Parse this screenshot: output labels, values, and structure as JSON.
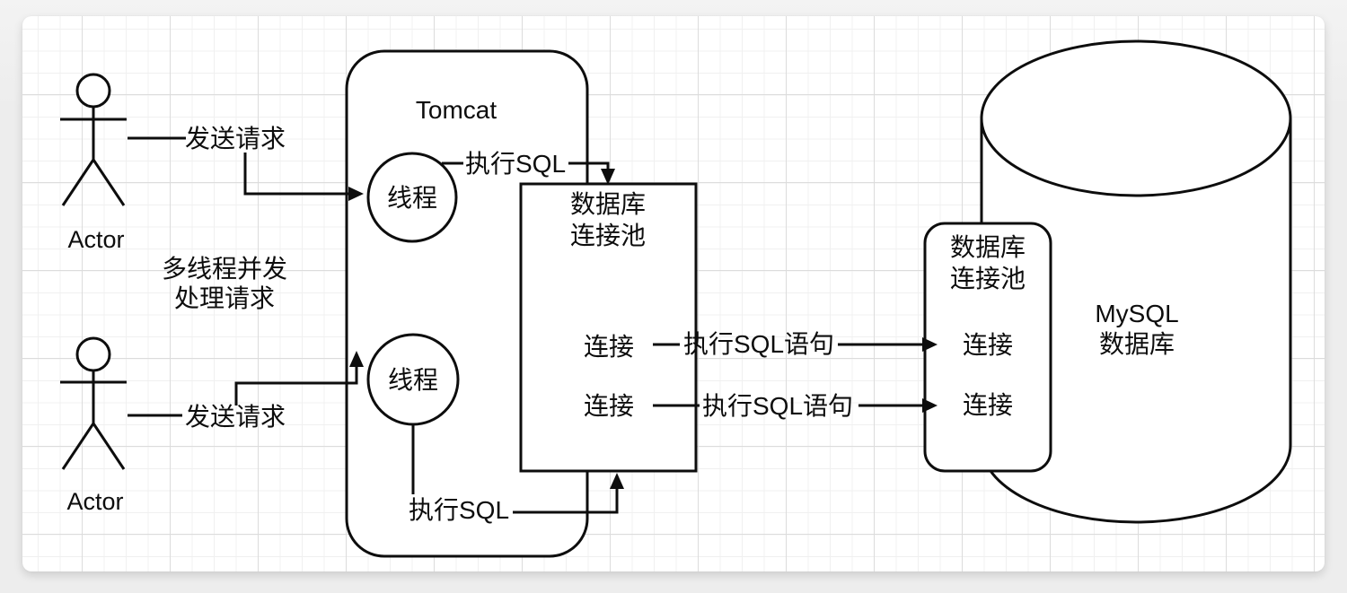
{
  "colors": {
    "page_bg": "#ededed",
    "canvas_bg": "#ffffff",
    "stroke": "#0d0d0d",
    "grid_minor": "#f0f0f0",
    "grid_major": "#dcdcdc"
  },
  "diagram": {
    "actors": [
      {
        "label": "Actor"
      },
      {
        "label": "Actor"
      }
    ],
    "notes": {
      "multithread_line1": "多线程并发",
      "multithread_line2": "处理请求"
    },
    "edges": {
      "send_request_1": "发送请求",
      "send_request_2": "发送请求",
      "exec_sql_top": "执行SQL",
      "exec_sql_bottom": "执行SQL",
      "exec_sql_stmt_row1": "执行SQL语句",
      "exec_sql_stmt_row2": "执行SQL语句"
    },
    "tomcat": {
      "title": "Tomcat",
      "thread1": "线程",
      "thread2": "线程"
    },
    "inner_pool": {
      "title_line1": "数据库",
      "title_line2": "连接池",
      "conn1": "连接",
      "conn2": "连接"
    },
    "outer_pool": {
      "title_line1": "数据库",
      "title_line2": "连接池",
      "conn1": "连接",
      "conn2": "连接"
    },
    "mysql": {
      "line1": "MySQL",
      "line2": "数据库"
    }
  }
}
